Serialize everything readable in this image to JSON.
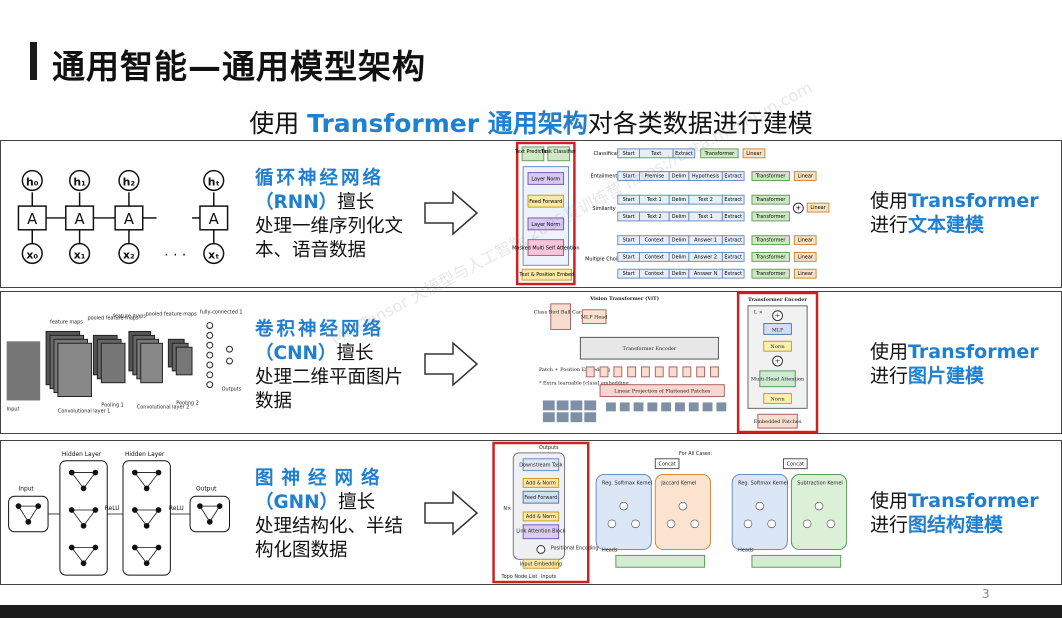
{
  "slide": {
    "title": "通用智能—通用模型架构",
    "subtitle_prefix": "使用",
    "subtitle_highlight": "Transformer 通用架构",
    "subtitle_suffix": "对各类数据进行建模",
    "page_number": "3",
    "watermark": "MiniTensor 大模型与人工智能 2025夏训练营 https://beta.mininrun.com"
  },
  "rows": [
    {
      "model_name": "循环神经网络",
      "abbr": "（RNN）",
      "verb": "擅长",
      "description": "处理一维序列化文本、语音数据",
      "right_prefix": "使用",
      "right_highlight_1": "Transformer",
      "right_line2_prefix": "进行",
      "right_highlight_2": "文本建模"
    },
    {
      "model_name": "卷积神经网络",
      "abbr": "（CNN）",
      "verb": "擅长",
      "description": "处理二维平面图片数据",
      "right_prefix": "使用",
      "right_highlight_1": "Transformer",
      "right_line2_prefix": "进行",
      "right_highlight_2": "图片建模"
    },
    {
      "model_name": "图神经网络",
      "abbr": "（GNN）",
      "verb": "擅长",
      "description": "处理结构化、半结构化图数据",
      "right_prefix": "使用",
      "right_highlight_1": "Transformer",
      "right_line2_prefix": "进行",
      "right_highlight_2": "图结构建模"
    }
  ],
  "rnn_fig": {
    "h_labels": [
      "h₀",
      "h₁",
      "h₂",
      "hₜ"
    ],
    "cell_label": "A",
    "x_labels": [
      "x₀",
      "x₁",
      "x₂",
      "xₜ"
    ],
    "ellipsis": "· · ·"
  },
  "gpt_fig": {
    "top_left": "Text Prediction",
    "top_right": "Task Classifier",
    "blocks": [
      "Layer Norm",
      "Feed Forward",
      "Layer Norm",
      "Masked Multi Self Attention"
    ],
    "embed": "Text & Position Embed",
    "tasks": [
      "Classification",
      "Entailment",
      "Similarity",
      "Multiple Choice"
    ],
    "tokens_classification": [
      "Start",
      "Text",
      "Extract"
    ],
    "tokens_entailment": [
      "Start",
      "Premise",
      "Delim",
      "Hypothesis",
      "Extract"
    ],
    "tokens_sim1": [
      "Start",
      "Text 1",
      "Delim",
      "Text 2",
      "Extract"
    ],
    "tokens_sim2": [
      "Start",
      "Text 2",
      "Delim",
      "Text 1",
      "Extract"
    ],
    "tokens_mc1": [
      "Start",
      "Context",
      "Delim",
      "Answer 1",
      "Extract"
    ],
    "tokens_mc2": [
      "Start",
      "Context",
      "Delim",
      "Answer 2",
      "Extract"
    ],
    "tokens_mcn": [
      "Start",
      "Context",
      "Delim",
      "Answer N",
      "Extract"
    ],
    "transformer": "Transformer",
    "linear": "Linear"
  },
  "cnn_fig": {
    "labels": [
      "feature maps",
      "pooled feature maps",
      "feature maps",
      "pooled feature maps",
      "fully-connected 1"
    ],
    "bottom_labels": [
      "Input",
      "Convolutional layer 1",
      "Pooling 1",
      "Convolutional layer 2",
      "Pooling 2",
      "Outputs"
    ]
  },
  "vit_fig": {
    "title": "Vision Transformer (ViT)",
    "class_box": "Class Bird Ball Car ...",
    "mlp_head": "MLP Head",
    "encoder": "Transformer Encoder",
    "patch_label": "Patch + Position Embedding",
    "extra_label": "* Extra learnable [class] embedding",
    "linear_proj": "Linear Projection of Flattened Patches",
    "enc_title": "Transformer Encoder",
    "enc_lx": "L ×",
    "enc_blocks": [
      "MLP",
      "Norm",
      "Multi-Head Attention",
      "Norm"
    ],
    "enc_embedded": "Embedded Patches",
    "plus": "+"
  },
  "gnn_fig": {
    "hidden1": "Hidden Layer",
    "hidden2": "Hidden Layer",
    "input": "Input",
    "output": "Output",
    "relu": "ReLU"
  },
  "graph_tf_fig": {
    "outputs": "Outputs",
    "blocks": [
      "Downstream Task",
      "Add & Norm",
      "Feed Forward",
      "Add & Norm",
      "Link Attention Block"
    ],
    "nx": "N×",
    "positional": "Positional Encoding",
    "input_embed": "Input Embedding",
    "topo": "Topo Node List",
    "inputs": "Inputs",
    "concat": "Concat",
    "for_all": "For All Cases:",
    "kernels": [
      "Reg. Softmax Kernel",
      "Jaccard Kernel",
      "Reg. Softmax Kernel",
      "Subtraction Kernel"
    ],
    "heads": "Heads"
  },
  "colors": {
    "accent": "#1f7fd0",
    "red_frame": "#d22020",
    "purple": "#b9a4e0",
    "green": "#7fc87a",
    "orange": "#f2b46a"
  }
}
